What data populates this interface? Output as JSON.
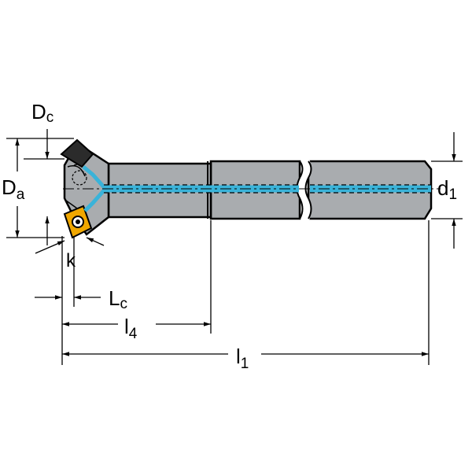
{
  "labels": {
    "Dc": {
      "main": "D",
      "sub": "c"
    },
    "Da": {
      "main": "D",
      "sub": "a"
    },
    "d1": {
      "main": "d",
      "sub": "1"
    },
    "k": {
      "main": "k"
    },
    "Lc": {
      "main": "L",
      "sub": "c"
    },
    "l4": {
      "main": "l",
      "sub": "4"
    },
    "l1": {
      "main": "l",
      "sub": "1"
    }
  },
  "colors": {
    "body": "#a9acaf",
    "outline": "#000000",
    "coolant": "#3ab3d9",
    "insert": "#f0a700",
    "background": "#ffffff"
  }
}
